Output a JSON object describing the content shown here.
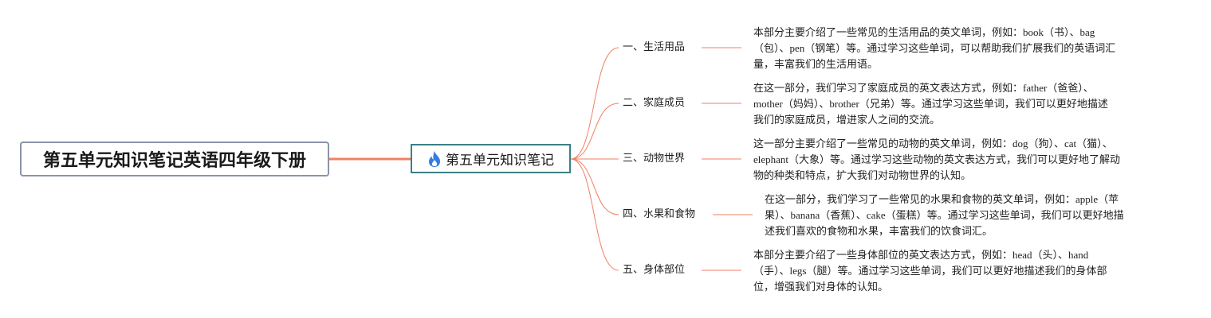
{
  "root": {
    "title": "第五单元知识笔记英语四年级下册"
  },
  "main": {
    "title": "第五单元知识笔记",
    "icon": "fire-icon",
    "icon_color": "#2f7fe0"
  },
  "colors": {
    "root_border": "#8a93a8",
    "main_border": "#3d7f86",
    "connector": "#f07f63"
  },
  "branches": [
    {
      "label": "一、生活用品",
      "desc": "本部分主要介绍了一些常见的生活用品的英文单词，例如：book（书）、bag\n（包）、pen（钢笔）等。通过学习这些单词，可以帮助我们扩展我们的英语词汇\n量，丰富我们的生活用语。"
    },
    {
      "label": "二、家庭成员",
      "desc": "在这一部分，我们学习了家庭成员的英文表达方式，例如：father（爸爸）、\nmother（妈妈）、brother（兄弟）等。通过学习这些单词，我们可以更好地描述\n我们的家庭成员，增进家人之间的交流。"
    },
    {
      "label": "三、动物世界",
      "desc": "这一部分主要介绍了一些常见的动物的英文单词，例如：dog（狗）、cat（猫）、\nelephant（大象）等。通过学习这些动物的英文表达方式，我们可以更好地了解动\n物的种类和特点，扩大我们对动物世界的认知。"
    },
    {
      "label": "四、水果和食物",
      "desc": "在这一部分，我们学习了一些常见的水果和食物的英文单词，例如：apple（苹\n果）、banana（香蕉）、cake（蛋糕）等。通过学习这些单词，我们可以更好地描\n述我们喜欢的食物和水果，丰富我们的饮食词汇。"
    },
    {
      "label": "五、身体部位",
      "desc": "本部分主要介绍了一些身体部位的英文表达方式，例如：head（头）、hand\n（手）、legs（腿）等。通过学习这些单词，我们可以更好地描述我们的身体部\n位，增强我们对身体的认知。"
    }
  ]
}
